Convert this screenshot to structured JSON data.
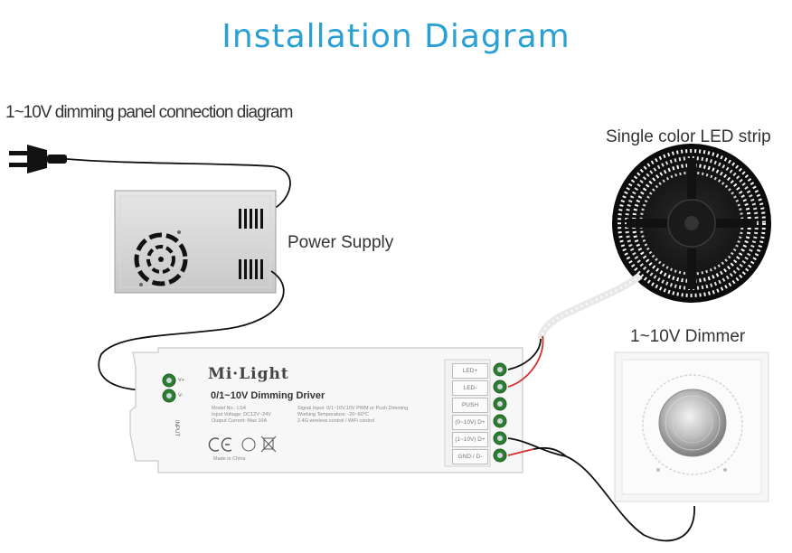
{
  "title": "Installation Diagram",
  "subtitle": "1~10V dimming panel connection diagram",
  "labels": {
    "power_supply": "Power Supply",
    "led_strip": "Single color LED strip",
    "dimmer": "1~10V Dimmer"
  },
  "driver": {
    "brand": "Mi·Light",
    "name": "0/1~10V Dimming Driver",
    "model": "Model No.: LS4",
    "input_voltage": "Input Voltage: DC12V~24V",
    "output_current": "Output Current: Max 10A",
    "signal_input": "Signal Input: 0/1~10V,10V PWM or Push Dimming",
    "working_temp": "Working Temperature: -20~60°C",
    "wireless": "2.4G wireless control / WiFi control",
    "made_in": "Made in China",
    "input_label": "INPUT",
    "input_plus": "V+",
    "input_minus": "V-",
    "terminals": [
      "LED+",
      "LED-",
      "PUSH",
      "(0~10V) D+",
      "(1~10V) D+",
      "GND / D-"
    ]
  },
  "colors": {
    "title": "#2aa0d4",
    "terminal_green": "#2e7d32",
    "wire_red": "#d32f2f"
  }
}
